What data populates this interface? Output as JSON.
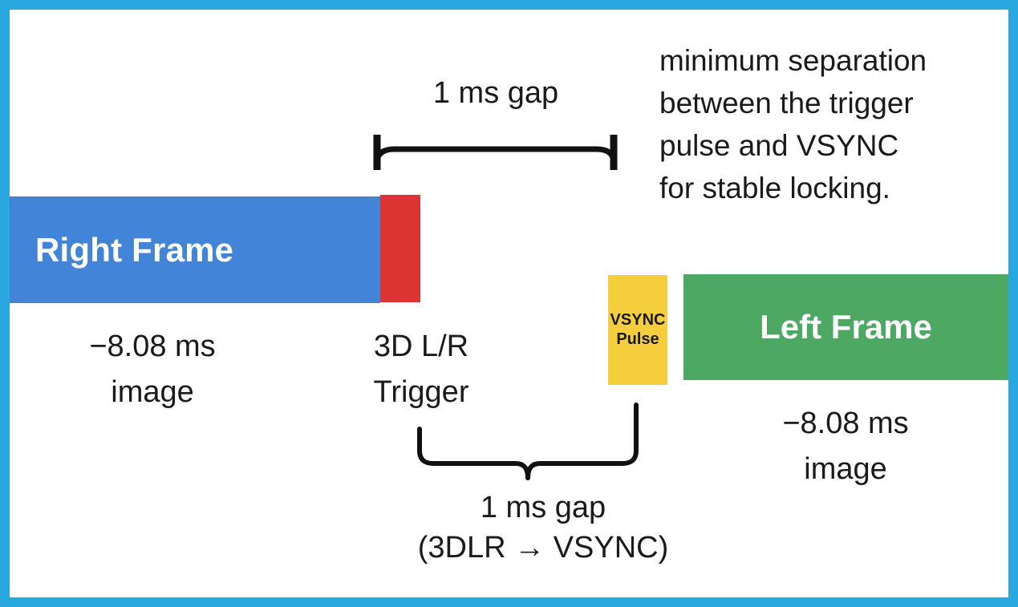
{
  "diagram": {
    "title_note": "minimum separation\nbetween the trigger\npulse and VSYNC\nfor stable locking.",
    "border_color": "#29a8df",
    "background_color": "#ffffff",
    "blocks": [
      {
        "name": "right-frame",
        "label": "Right Frame",
        "color": "#4285d8",
        "caption": "−8.08 ms\nimage"
      },
      {
        "name": "trigger-pulse",
        "label": "",
        "color": "#dc3333",
        "caption": "3D L/R\nTrigger"
      },
      {
        "name": "vsync-pulse",
        "label_line1": "VSYNC",
        "label_line2": "Pulse",
        "color": "#f5ce3e"
      },
      {
        "name": "left-frame",
        "label": "Left Frame",
        "color": "#4ca863",
        "caption": "−8.08 ms\nimage"
      }
    ],
    "annotations": {
      "top_gap_label": "1 ms gap",
      "bottom_gap_label": "1 ms gap\n(3DLR → VSYNC)",
      "line_color": "#111111"
    }
  }
}
